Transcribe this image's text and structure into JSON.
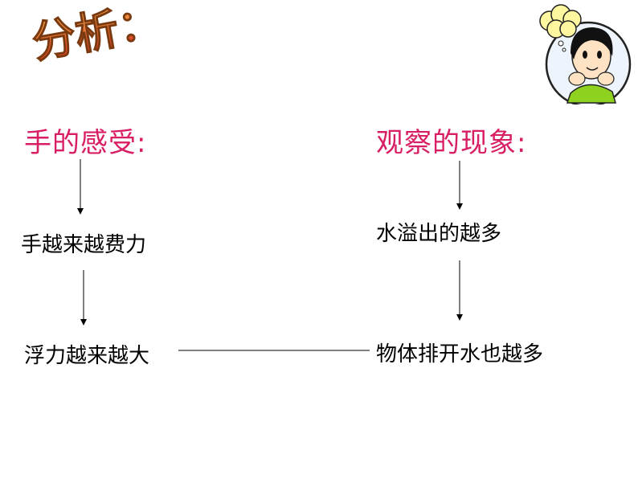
{
  "title": "分析：",
  "left_column": {
    "heading": "手的感受:",
    "step1": "手越来越费力",
    "step2": "浮力越来越大"
  },
  "right_column": {
    "heading": "观察的现象:",
    "step1": "水溢出的越多",
    "step2": "物体排开水也越多"
  },
  "colors": {
    "heading": "#d81e64",
    "title_gradient_top": "#f7b24a",
    "title_gradient_bottom": "#d7261f"
  },
  "icons": [
    "thinking-girl-clipart"
  ]
}
